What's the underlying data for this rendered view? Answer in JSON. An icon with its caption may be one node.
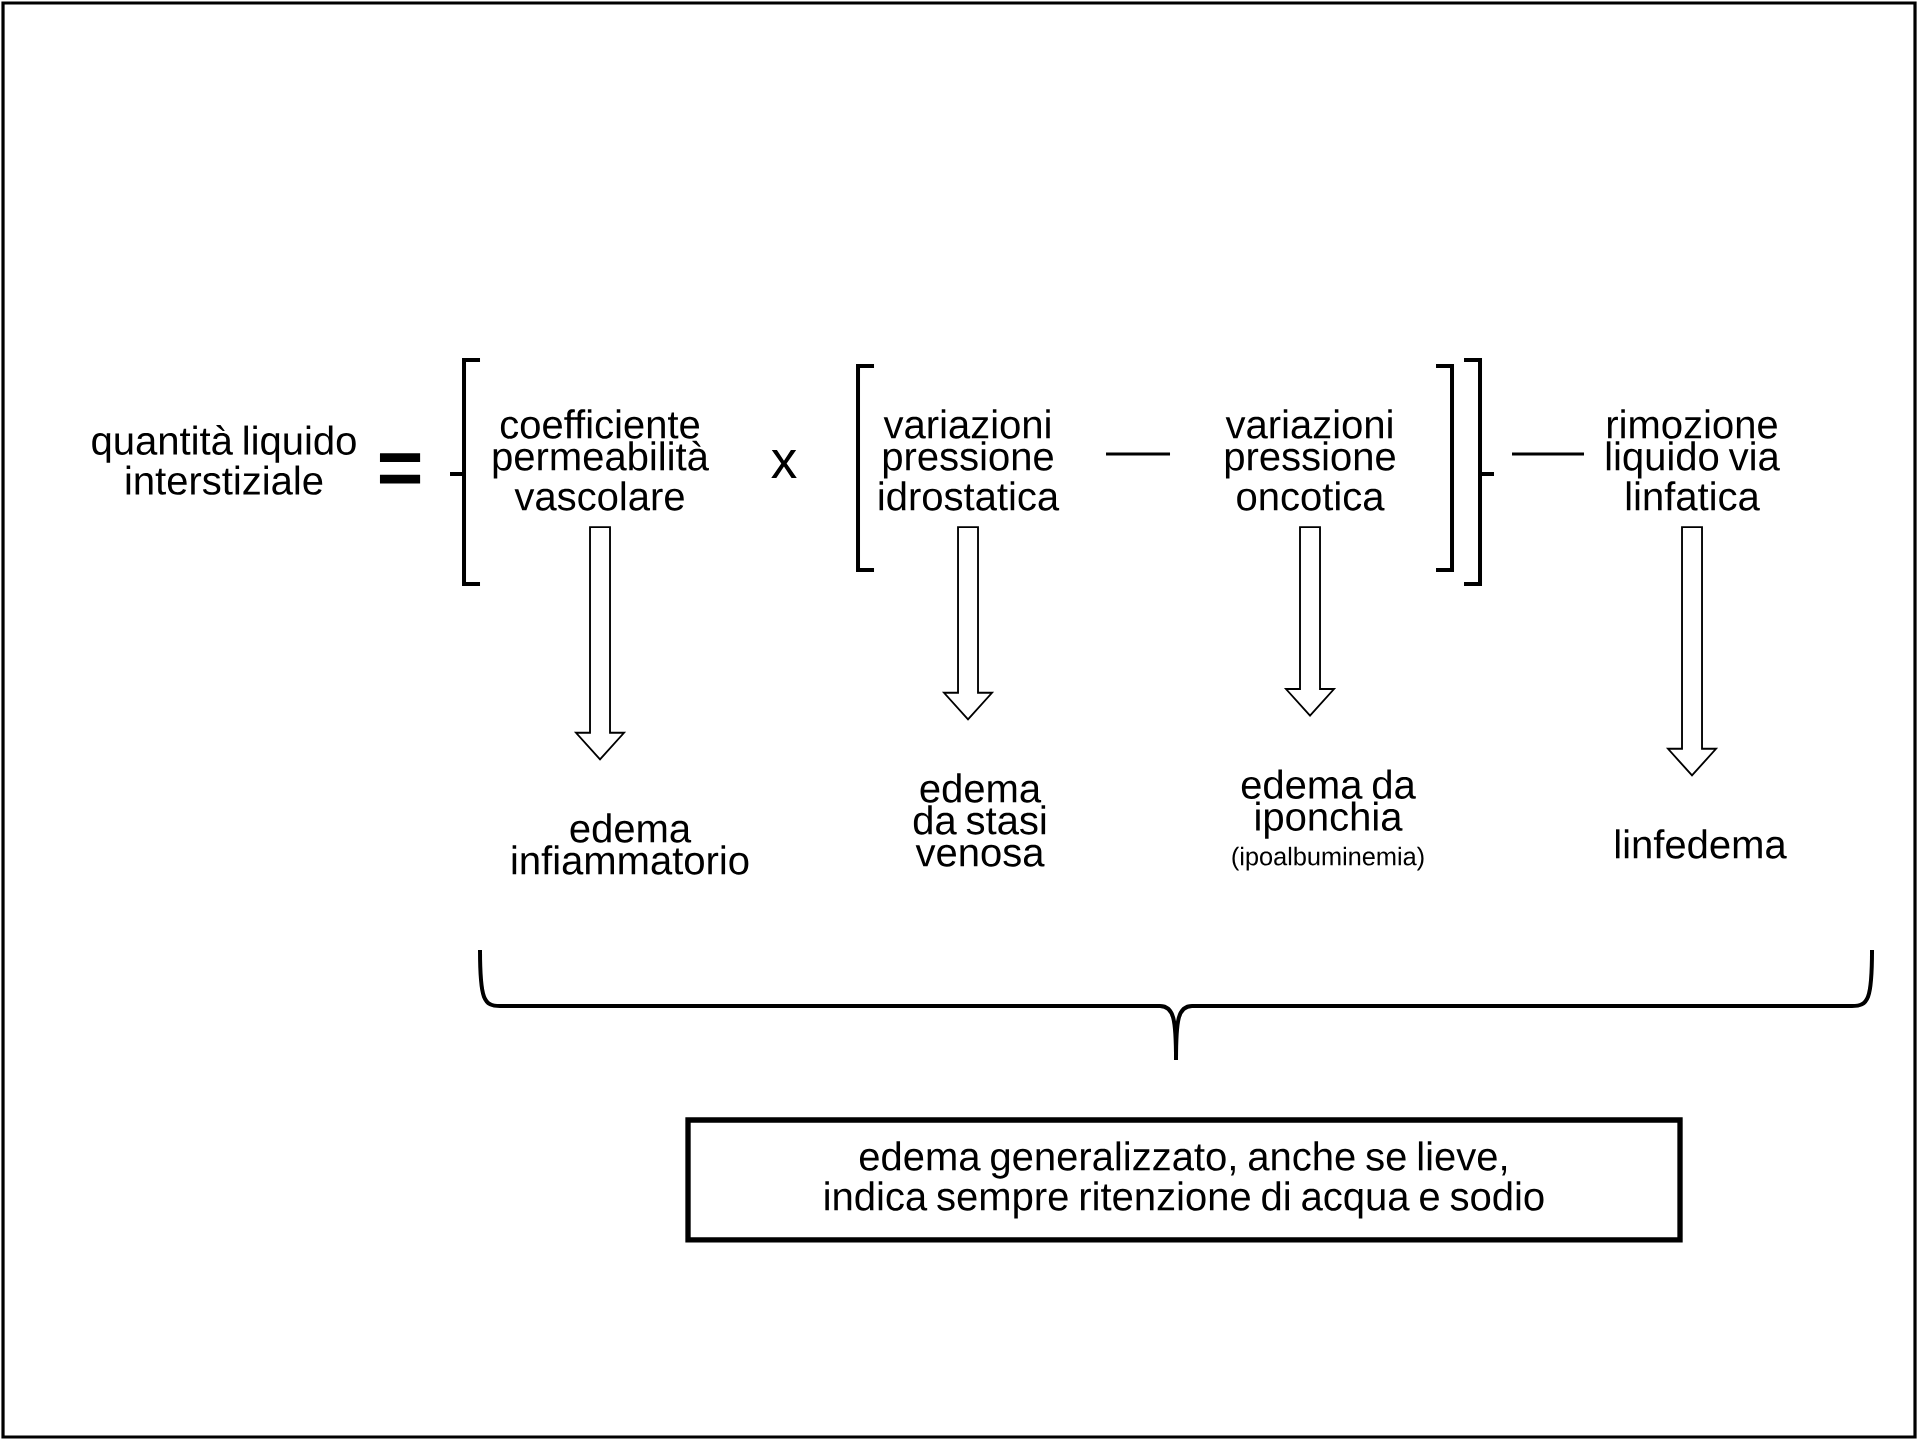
{
  "diagram": {
    "nodes": [
      {
        "text": [
          "quantità liquido interstiziale"
        ]
      },
      {
        "text": [
          "coefficiente permeabilità vascolare"
        ]
      },
      {
        "text": [
          "variazioni pressione idrostatica"
        ]
      },
      {
        "text": [
          "variazioni pressione oncotica"
        ]
      },
      {
        "text": [
          "rimozione liquido via linfatica"
        ]
      },
      {
        "text": [
          "edema infiammatorio"
        ]
      },
      {
        "text": [
          "edema da stasi venosa"
        ]
      },
      {
        "text": [
          "edema da iponchia",
          "(ipoalbuminemia)"
        ]
      },
      {
        "text": [
          "linfedema"
        ]
      },
      {
        "text": [
          "edema generalizzato, anche se lieve, indica sempre ritenzione di acqua e sodio"
        ]
      }
    ],
    "edges": [
      {
        "from": 1,
        "to": 5,
        "arrow": "to"
      },
      {
        "from": 2,
        "to": 6,
        "arrow": "to"
      },
      {
        "from": 3,
        "to": 7,
        "arrow": "to"
      },
      {
        "from": 4,
        "to": 8,
        "arrow": "to"
      }
    ],
    "labels": [
      "=",
      "x"
    ]
  }
}
